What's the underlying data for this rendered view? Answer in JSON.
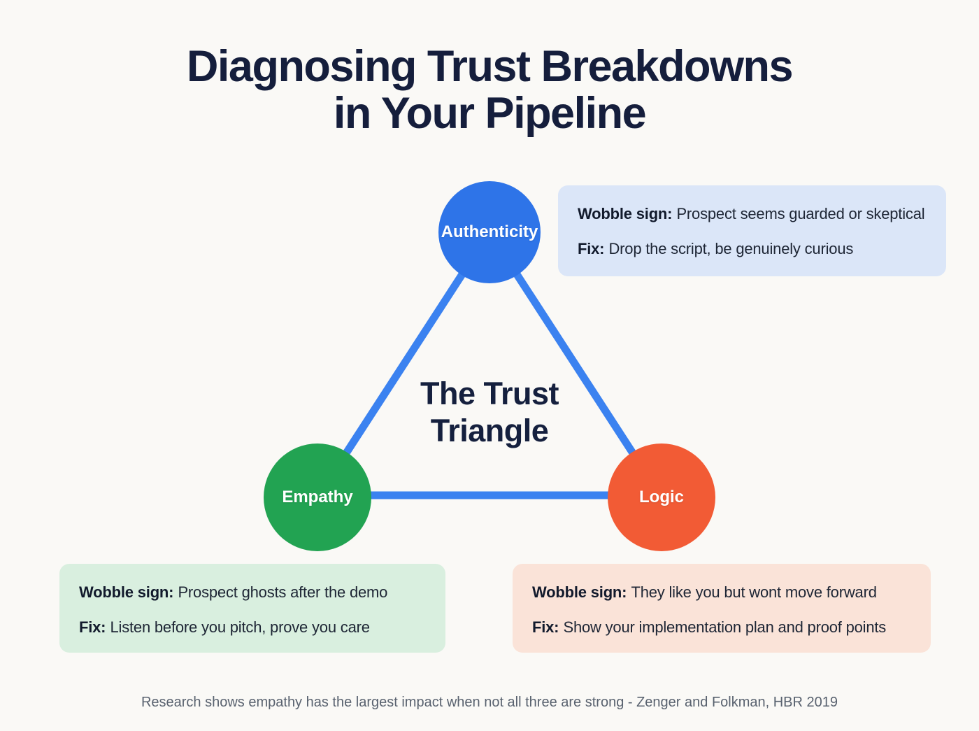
{
  "page": {
    "title_line1": "Diagnosing Trust Breakdowns",
    "title_line2": "in Your Pipeline",
    "background_color": "#faf9f6",
    "title_color": "#151e3c",
    "footer": "Research shows empathy has the largest impact when not all three are strong - Zenger and Folkman, HBR 2019"
  },
  "triangle": {
    "center_line1": "The Trust",
    "center_line2": "Triangle",
    "line_color": "#3b82f0"
  },
  "nodes": [
    {
      "id": "authenticity",
      "label": "Authenticity",
      "color": "#2e74e8"
    },
    {
      "id": "empathy",
      "label": "Empathy",
      "color": "#22a352"
    },
    {
      "id": "logic",
      "label": "Logic",
      "color": "#f25b35"
    }
  ],
  "callouts": [
    {
      "id": "authenticity",
      "bg": "#dbe6f8",
      "wobble_label": "Wobble sign:",
      "wobble_text": "Prospect seems guarded or skeptical",
      "fix_label": "Fix:",
      "fix_text": "Drop the script, be genuinely curious"
    },
    {
      "id": "empathy",
      "bg": "#d9efdf",
      "wobble_label": "Wobble sign:",
      "wobble_text": "Prospect ghosts after the demo",
      "fix_label": "Fix:",
      "fix_text": "Listen before you pitch, prove you care"
    },
    {
      "id": "logic",
      "bg": "#fae3d8",
      "wobble_label": "Wobble sign:",
      "wobble_text": "They like you but wont move forward",
      "fix_label": "Fix:",
      "fix_text": "Show your implementation plan and proof points"
    }
  ]
}
